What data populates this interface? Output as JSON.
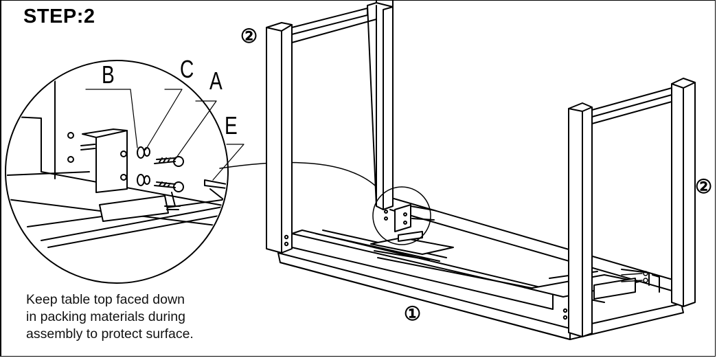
{
  "step_title": "STEP:2",
  "part_labels": {
    "B": "B",
    "C": "C",
    "A": "A",
    "E": "E"
  },
  "callouts": {
    "leg_left": "②",
    "leg_right": "②",
    "table_top": "①"
  },
  "note_lines": [
    "Keep table top faced down",
    "in packing materials during",
    "assembly to protect surface."
  ],
  "colors": {
    "line": "#000000",
    "background": "#ffffff"
  }
}
